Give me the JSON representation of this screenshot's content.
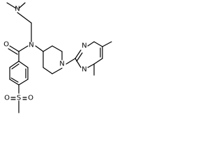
{
  "molecule": {
    "atoms": {
      "n_dimethyl": "N",
      "o_amide": "O",
      "n_amide": "N",
      "n_piperidine": "N",
      "n_pyrimidine_top": "N",
      "n_pyrimidine_bottom": "N",
      "s_sulfonyl": "S",
      "o_sulfonyl_left": "O",
      "o_sulfonyl_right": "O"
    }
  }
}
